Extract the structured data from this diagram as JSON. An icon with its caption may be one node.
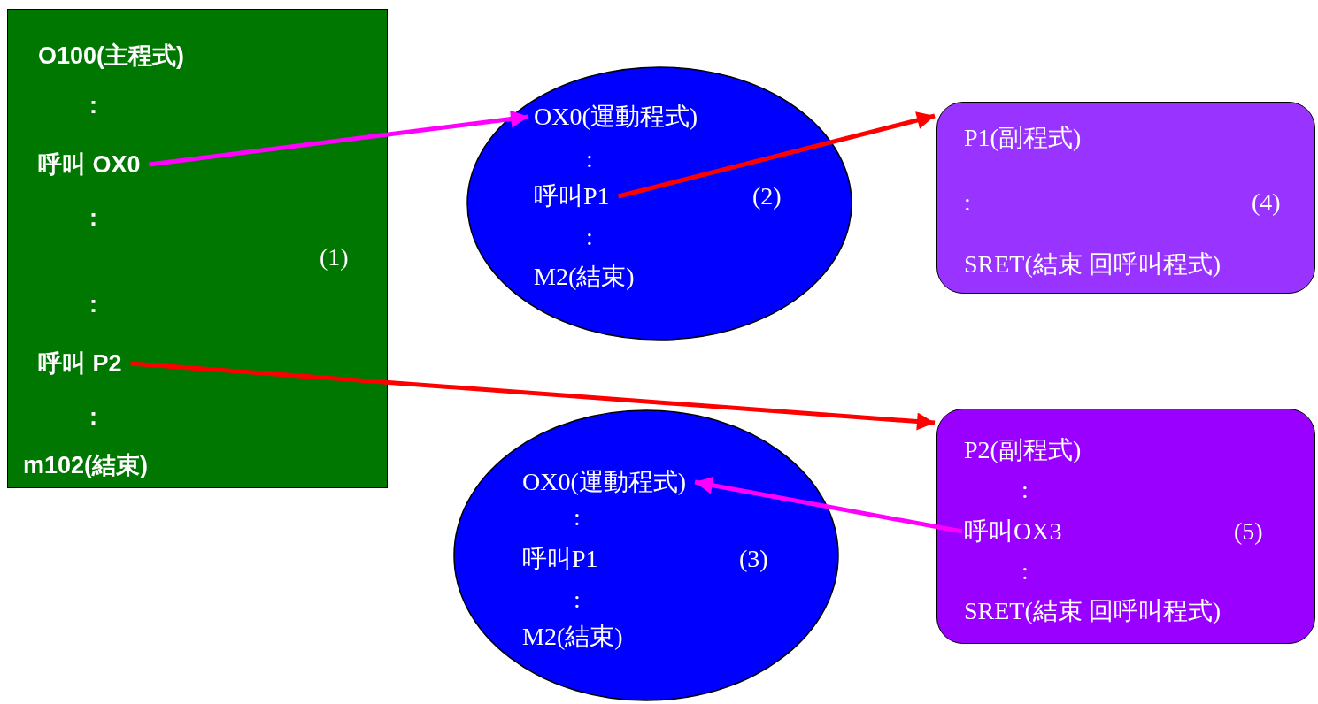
{
  "diagram": {
    "nodes": [
      {
        "text": [],
        "shape": "rectangle"
      },
      {
        "text": [
          "O100(主程式)"
        ],
        "in": 0
      },
      {
        "text": [
          ":"
        ],
        "in": 0
      },
      {
        "text": [
          "呼叫 OX0"
        ],
        "in": 0
      },
      {
        "text": [
          ":"
        ],
        "in": 0
      },
      {
        "text": [
          "(1)"
        ],
        "in": 0
      },
      {
        "text": [
          ":"
        ],
        "in": 0
      },
      {
        "text": [
          "呼叫 P2"
        ],
        "in": 0
      },
      {
        "text": [
          ":"
        ],
        "in": 0
      },
      {
        "text": [
          "m102(結束)"
        ],
        "in": 0
      },
      {
        "text": [],
        "shape": "ellipse"
      },
      {
        "text": [
          "OX0(運動程式)"
        ],
        "in": 10
      },
      {
        "text": [
          ":"
        ],
        "in": 10
      },
      {
        "text": [
          "呼叫P1"
        ],
        "in": 10
      },
      {
        "text": [
          "(2)"
        ],
        "in": 10
      },
      {
        "text": [
          ":"
        ],
        "in": 10
      },
      {
        "text": [
          "M2(結束)"
        ],
        "in": 10
      },
      {
        "text": [],
        "shape": "box"
      },
      {
        "text": [
          "P1(副程式)"
        ],
        "in": 17
      },
      {
        "text": [
          ":"
        ],
        "in": 17
      },
      {
        "text": [
          "(4)"
        ],
        "in": 17
      },
      {
        "text": [
          "SRET(結束 回呼叫程式)"
        ],
        "in": 17
      },
      {
        "text": [],
        "shape": "ellipse"
      },
      {
        "text": [
          "OX0(運動程式)"
        ],
        "in": 22
      },
      {
        "text": [
          ":"
        ],
        "in": 22
      },
      {
        "text": [
          "呼叫P1"
        ],
        "in": 22
      },
      {
        "text": [
          "(3)"
        ],
        "in": 22
      },
      {
        "text": [
          ":"
        ],
        "in": 22
      },
      {
        "text": [
          "M2(結束)"
        ],
        "in": 22
      },
      {
        "text": [],
        "shape": "box"
      },
      {
        "text": [
          "P2(副程式)"
        ],
        "in": 29
      },
      {
        "text": [
          ":"
        ],
        "in": 29
      },
      {
        "text": [
          "呼叫OX3"
        ],
        "in": 29
      },
      {
        "text": [
          "(5)"
        ],
        "in": 29
      },
      {
        "text": [
          ":"
        ],
        "in": 29
      },
      {
        "text": [
          "SRET(結束 回呼叫程式)"
        ],
        "in": 29
      }
    ],
    "edges": [
      {
        "from": 3,
        "to": 11,
        "arrow": "to",
        "color": "#ff00ff"
      },
      {
        "from": 13,
        "to": 17,
        "arrow": "to",
        "color": "#ff0000"
      },
      {
        "from": 7,
        "to": 29,
        "arrow": "to",
        "color": "#ff0000"
      },
      {
        "from": 32,
        "to": 23,
        "arrow": "to",
        "color": "#ff00ff"
      }
    ]
  }
}
